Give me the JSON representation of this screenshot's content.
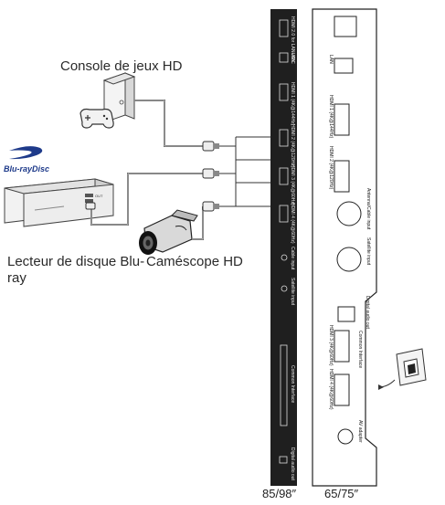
{
  "devices": {
    "game_console": "Console de jeux HD",
    "bluray_player": "Lecteur de disque Blu-ray",
    "camcorder": "Caméscope HD",
    "bluray_logo_text": "Blu-rayDisc"
  },
  "panels": {
    "left": {
      "size_label": "85/98″",
      "ports": [
        "HDMI 2.0 for LAN-ARC",
        "LAN",
        "HDMI 1 (4K@144Hz)",
        "HDMI 2 (4K@120Hz)",
        "HDMI 3 (4K@60Hz)",
        "HDMI 4 (4K@60Hz)",
        "Cable input",
        "Satellite input",
        "Common Interface",
        "Digital audio out"
      ]
    },
    "right": {
      "size_label": "65/75″",
      "ports": [
        "LAN",
        "HDMI 1 (4K@144Hz)",
        "HDMI 2 (4K@120Hz)",
        "Antenna/Cable input",
        "Satellite input",
        "Digital audio out",
        "Common Interface",
        "HDMI 3 (4K@60Hz)",
        "HDMI 4 (4K@60Hz)",
        "AV adapter"
      ]
    }
  },
  "colors": {
    "panel_dark": "#1f1f1f",
    "cable": "#4a4a4a",
    "line": "#333333"
  }
}
